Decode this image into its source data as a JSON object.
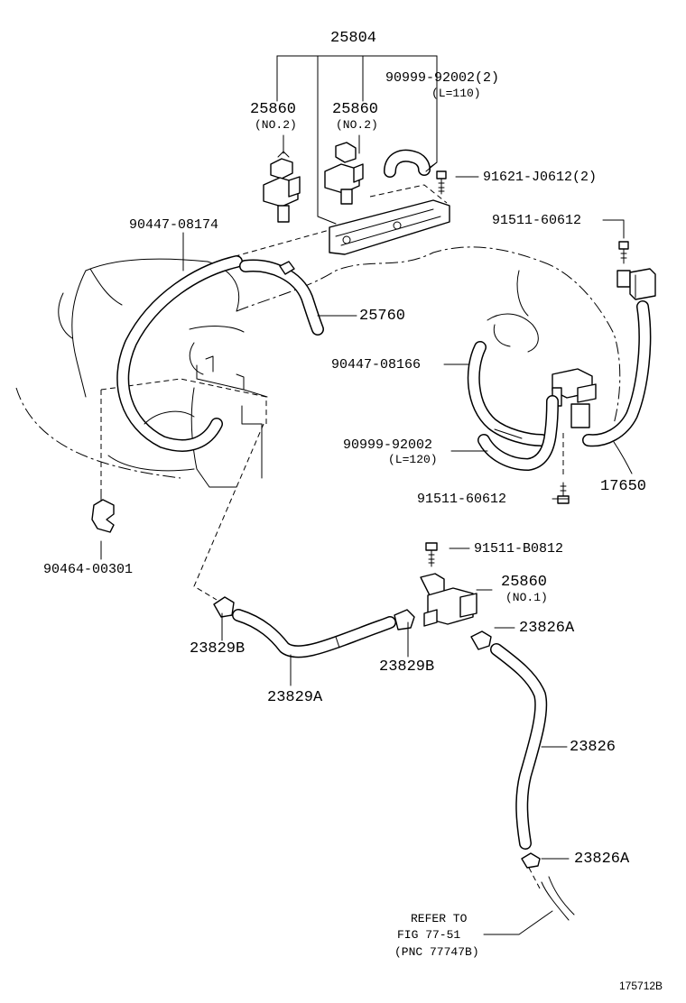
{
  "labels": {
    "p25804": "25804",
    "p25860_a": "25860",
    "p25860_a_note": "(NO.2)",
    "p25860_b": "25860",
    "p25860_b_note": "(NO.2)",
    "p90999_92002_top": "90999-92002(2)",
    "p90999_92002_top_note": "(L=110)",
    "p91621": "91621-J0612(2)",
    "p91511_top": "91511-60612",
    "p90447_08174": "90447-08174",
    "p25760": "25760",
    "p90447_08166": "90447-08166",
    "p90999_92002_mid": "90999-92002",
    "p90999_92002_mid_note": "(L=120)",
    "p91511_mid": "91511-60612",
    "p17650": "17650",
    "p90464": "90464-00301",
    "p91511_b0812": "91511-B0812",
    "p25860_no1": "25860",
    "p25860_no1_note": "(NO.1)",
    "p23826a_top": "23826A",
    "p23829b_left": "23829B",
    "p23829b_right": "23829B",
    "p23829a": "23829A",
    "p23826": "23826",
    "p23826a_bottom": "23826A",
    "refer_line1": "REFER TO",
    "refer_line2": "FIG 77-51",
    "refer_line3": "(PNC 77747B)",
    "figure_id": "175712B"
  }
}
